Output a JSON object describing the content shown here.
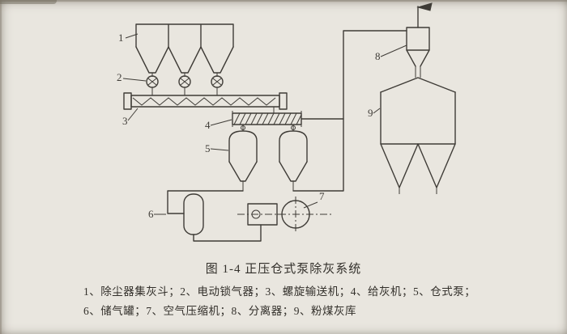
{
  "colors": {
    "paper": "#e9e6df",
    "ink": "#3f3c37",
    "text": "#33302b"
  },
  "figure": {
    "caption": "图 1-4  正压仓式泵除灰系统",
    "legend_line1": "1、除尘器集灰斗；2、电动锁气器；3、螺旋输送机；4、给灰机；5、仓式泵；",
    "legend_line2": "6、储气罐；7、空气压缩机；8、分离器；9、粉煤灰库"
  },
  "labels": [
    "1",
    "2",
    "3",
    "4",
    "5",
    "6",
    "7",
    "8",
    "9"
  ],
  "components": {
    "1": "除尘器集灰斗",
    "2": "电动锁气器",
    "3": "螺旋输送机",
    "4": "给灰机",
    "5": "仓式泵",
    "6": "储气罐",
    "7": "空气压缩机",
    "8": "分离器",
    "9": "粉煤灰库"
  }
}
